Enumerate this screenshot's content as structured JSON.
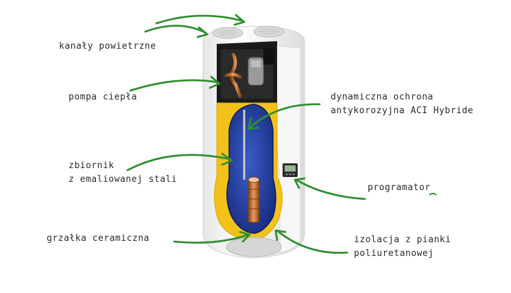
{
  "labels": {
    "air_channels": "kanały powietrzne",
    "heat_pump": "pompa ciepła",
    "tank_line1": "zbiornik",
    "tank_line2": "z emaliowanej stali",
    "ceramic_heater": "grzałka ceramiczna",
    "aci_line1": "dynamiczna ochrona",
    "aci_line2": "antykorozyjna ACI Hybride",
    "programmer": "programator",
    "insulation_line1": "izolacja z pianki",
    "insulation_line2": "poliuretanowej"
  },
  "colors": {
    "arrow": "#2f8f2f",
    "tank_blue": "#1e3a9a",
    "insulation_yellow": "#f2c21a",
    "copper": "#c8703a",
    "casing": "#f4f4f4"
  },
  "icons": {
    "arrow": "hand-drawn-curved-arrow",
    "programmer_display": "lcd-display-icon"
  }
}
